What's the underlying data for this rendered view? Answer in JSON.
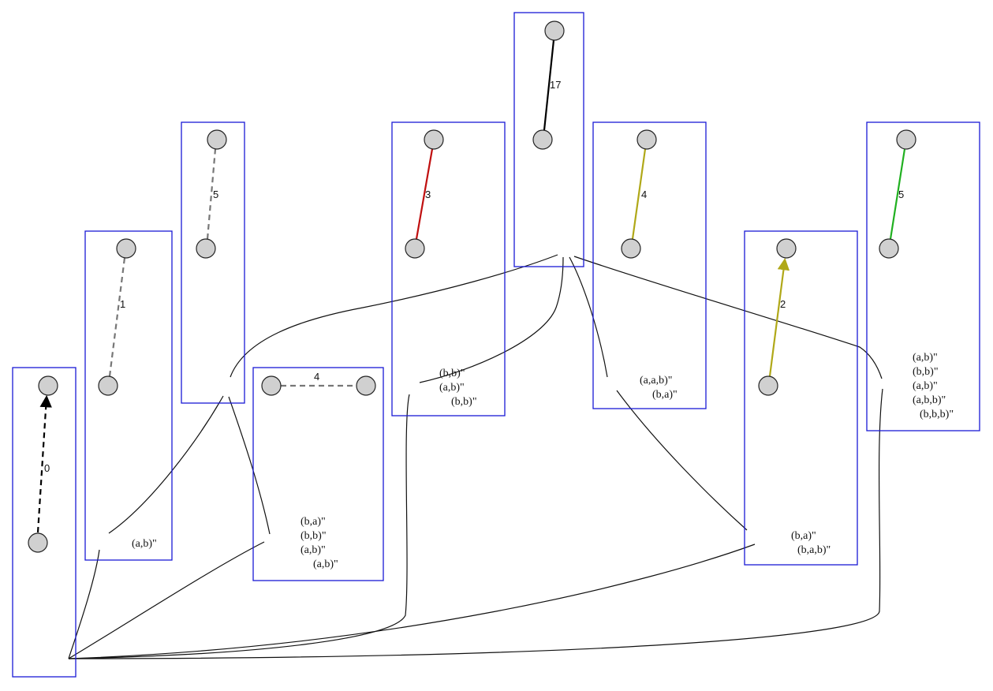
{
  "colors": {
    "box": "#1a1ad6",
    "node_fill": "#d0d0d0",
    "gray": "#777777",
    "red": "#c01010",
    "olive": "#b0a818",
    "green": "#20b020",
    "black": "#000000"
  },
  "panels": [
    {
      "id": "p0",
      "edge": {
        "label": "0",
        "style": "dashed",
        "color": "black",
        "arrow": true
      },
      "history": []
    },
    {
      "id": "p1",
      "edge": {
        "label": "1",
        "style": "dashed",
        "color": "gray",
        "arrow": false
      },
      "history": [
        "(a,b)\""
      ]
    },
    {
      "id": "p2",
      "edge": {
        "label": "5",
        "style": "dashed",
        "color": "gray",
        "arrow": false
      },
      "history": []
    },
    {
      "id": "p3",
      "edge": {
        "label": "4",
        "style": "dashed",
        "color": "gray",
        "arrow": false
      },
      "history": [
        "(b,a)\"",
        "(b,b)\"",
        "(a,b)\"",
        "(a,b)\""
      ]
    },
    {
      "id": "p4",
      "edge": {
        "label": "3",
        "style": "solid",
        "color": "red",
        "arrow": false
      },
      "history": [
        "(b,b)\"",
        "(a,b)\"",
        "(b,b)\""
      ]
    },
    {
      "id": "p5",
      "edge": {
        "label": "17",
        "style": "solid",
        "color": "black",
        "arrow": false
      },
      "history": []
    },
    {
      "id": "p6",
      "edge": {
        "label": "4",
        "style": "solid",
        "color": "olive",
        "arrow": false
      },
      "history": [
        "(a,a,b)\"",
        "(b,a)\""
      ]
    },
    {
      "id": "p7",
      "edge": {
        "label": "2",
        "style": "solid",
        "color": "olive",
        "arrow": true
      },
      "history": [
        "(b,a)\"",
        "(b,a,b)\""
      ]
    },
    {
      "id": "p8",
      "edge": {
        "label": "5",
        "style": "solid",
        "color": "green",
        "arrow": false
      },
      "history": [
        "(a,b)\"",
        "(b,b)\"",
        "(a,b)\"",
        "(a,b,b)\"",
        "(b,b,b)\""
      ]
    }
  ]
}
